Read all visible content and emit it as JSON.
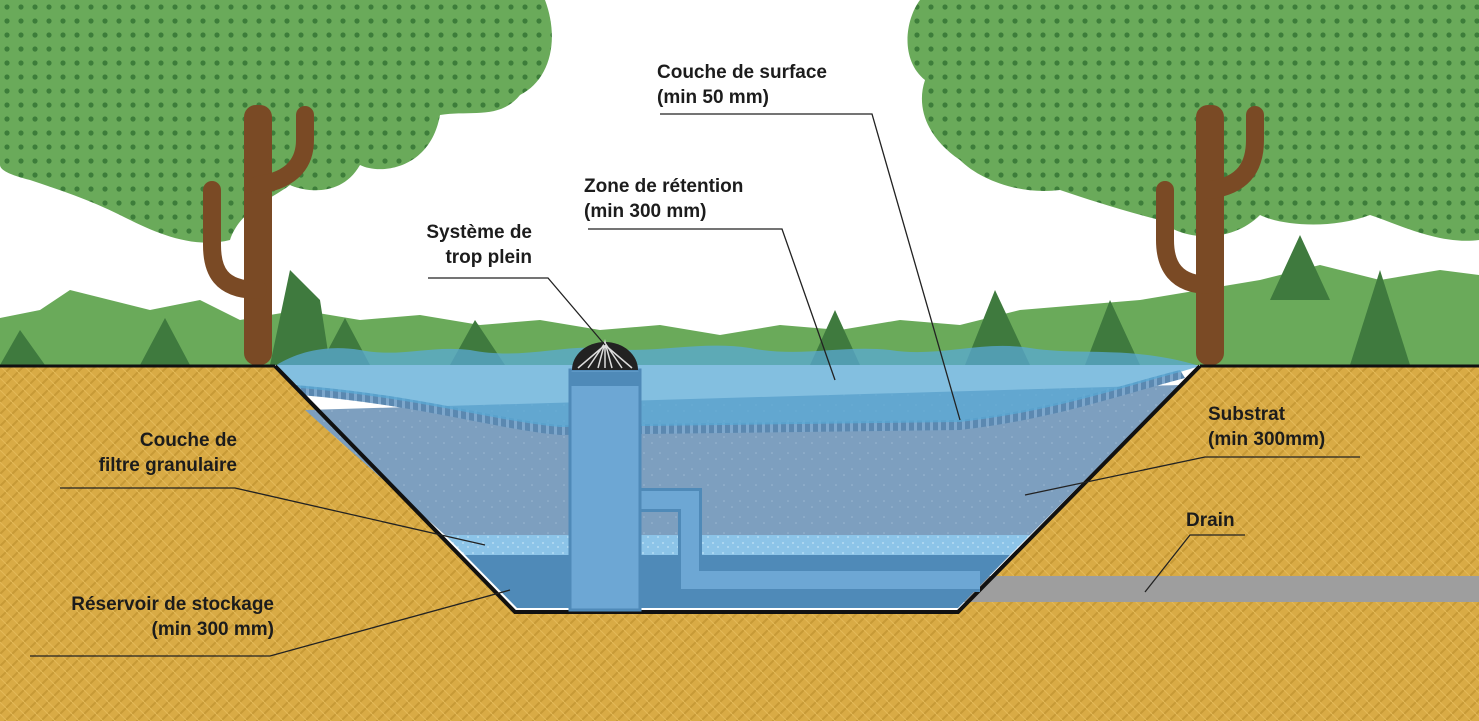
{
  "labels": {
    "surface_layer": {
      "line1": "Couche de surface",
      "line2": "(min 50 mm)"
    },
    "retention_zone": {
      "line1": "Zone de rétention",
      "line2": "(min 300 mm)"
    },
    "overflow_system": {
      "line1": "Système de",
      "line2": "trop plein"
    },
    "granular_filter": {
      "line1": "Couche de",
      "line2": "filtre granulaire"
    },
    "storage_reservoir": {
      "line1": "Réservoir de stockage",
      "line2": "(min 300 mm)"
    },
    "substrate": {
      "line1": "Substrat",
      "line2": "(min 300mm)"
    },
    "drain": {
      "line1": "Drain"
    }
  },
  "colors": {
    "soil": "#d9ab45",
    "tree_canopy": "#6aaa5a",
    "tree_trunk": "#7a4a25",
    "shrubs": "#5f9e52",
    "shrubs_dark": "#3f7a3e",
    "water": "#5aaad6",
    "substrate": "#7d9fbf",
    "filter": "#8cc4e8",
    "reservoir": "#4f8ab8",
    "drain_pipe": "#9e9e9e"
  }
}
